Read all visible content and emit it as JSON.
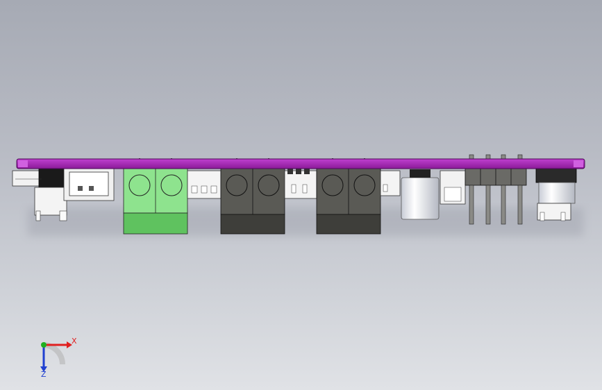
{
  "app": {
    "title": ""
  },
  "view": {
    "triad": {
      "x_axis_label": "X",
      "z_axis_label": "Z",
      "x_color": "#e02020",
      "z_color": "#2040d0",
      "y_color": "#20b020"
    }
  },
  "model": {
    "pcb_color": "#a020b0",
    "terminal_block_green": "#7bd67b",
    "terminal_block_dark": "#4a4a46",
    "components": [
      {
        "name": "terminal-block-green",
        "type": "screw-terminal",
        "color": "#7bd67b"
      },
      {
        "name": "terminal-block-dark-1",
        "type": "screw-terminal",
        "color": "#4a4a46"
      },
      {
        "name": "terminal-block-dark-2",
        "type": "screw-terminal",
        "color": "#4a4a46"
      },
      {
        "name": "electrolytic-capacitor",
        "type": "capacitor"
      },
      {
        "name": "pin-header",
        "type": "header"
      },
      {
        "name": "inductor",
        "type": "inductor"
      }
    ]
  }
}
